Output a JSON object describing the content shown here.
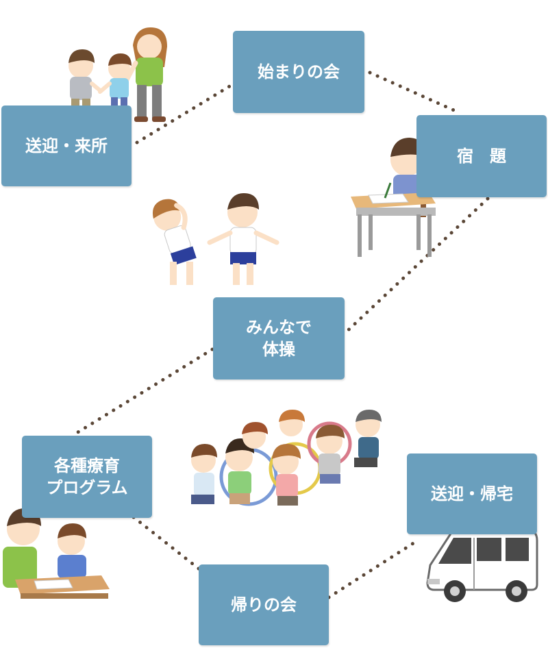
{
  "steps": {
    "pickup": "送迎・来所",
    "opening": "始まりの会",
    "homework": "宿　題",
    "exercise": "みんなで\n体操",
    "program": "各種療育\nプログラム",
    "closing": "帰りの会",
    "return": "送迎・帰宅"
  },
  "colors": {
    "box": "#6a9fbd",
    "text": "#ffffff",
    "dots": "#5a4636"
  },
  "illustrations": [
    "walking-children-icon",
    "desk-study-icon",
    "stretching-children-icon",
    "hoop-play-icon",
    "teacher-child-icon",
    "van-icon"
  ]
}
